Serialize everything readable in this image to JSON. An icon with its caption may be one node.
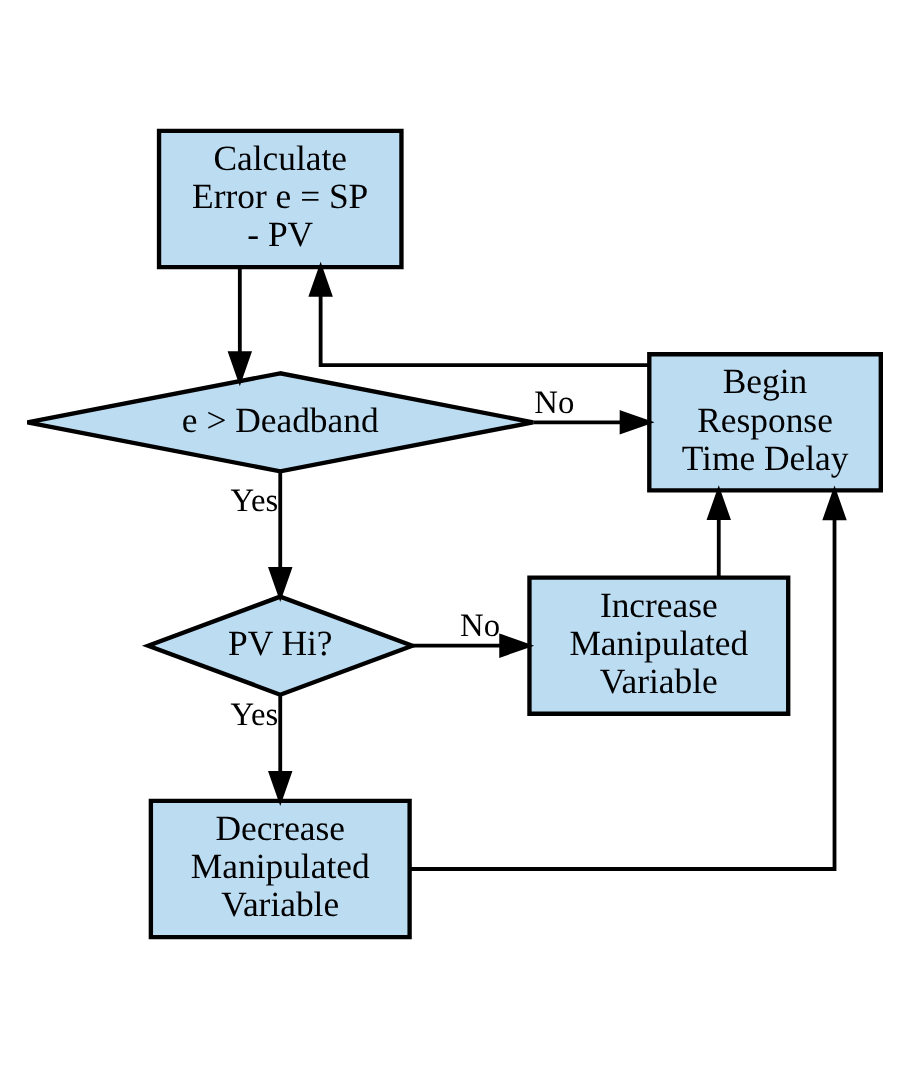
{
  "diagram": {
    "nodes": [
      {
        "text": [
          "Calculate Error e = SP - PV"
        ]
      },
      {
        "text": [
          "e > Deadband"
        ]
      },
      {
        "text": [
          "Begin Response Time Delay"
        ]
      },
      {
        "text": [
          "PV Hi?"
        ]
      },
      {
        "text": [
          "Increase Manipulated Variable"
        ]
      },
      {
        "text": [
          "Decrease Manipulated Variable"
        ]
      }
    ],
    "edges": [
      {
        "from": 0,
        "to": 1,
        "arrow": "to"
      },
      {
        "from": 1,
        "to": 2,
        "arrow": "to",
        "label": "No"
      },
      {
        "from": 1,
        "to": 3,
        "arrow": "to",
        "label": "Yes"
      },
      {
        "from": 3,
        "to": 4,
        "arrow": "to",
        "label": "No"
      },
      {
        "from": 3,
        "to": 5,
        "arrow": "to",
        "label": "Yes"
      },
      {
        "from": 4,
        "to": 2,
        "arrow": "to"
      },
      {
        "from": 5,
        "to": 2,
        "arrow": "to"
      },
      {
        "from": 2,
        "to": 0,
        "arrow": "to"
      }
    ]
  }
}
